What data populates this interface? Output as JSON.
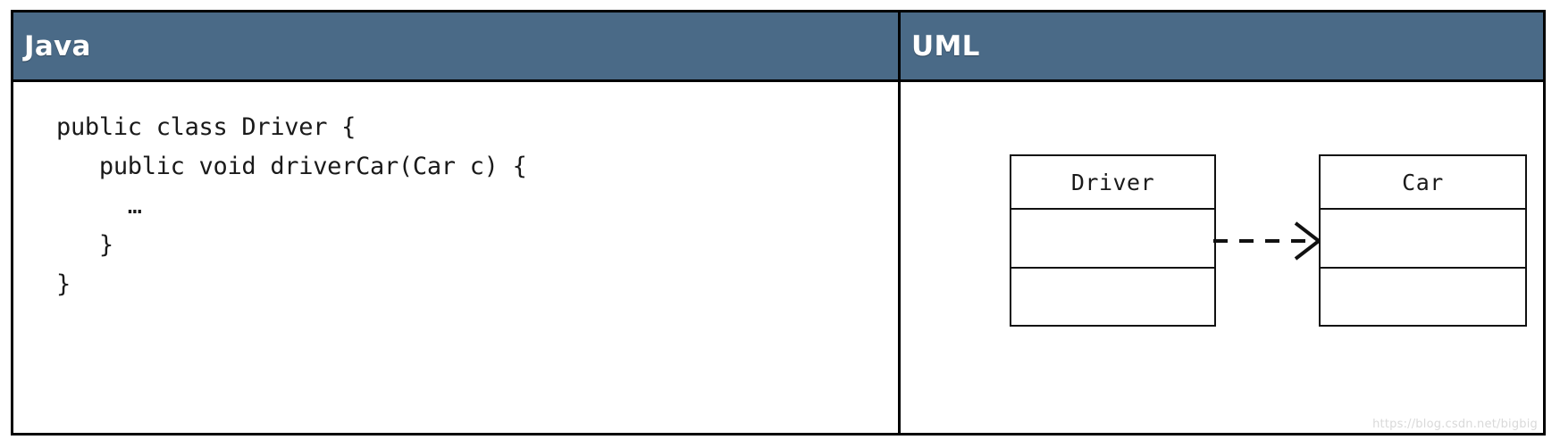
{
  "table": {
    "columns": [
      {
        "id": "java",
        "header": "Java"
      },
      {
        "id": "uml",
        "header": "UML"
      }
    ]
  },
  "java_code": {
    "language": "Java",
    "text": "public class Driver {\n   public void driverCar(Car c) {\n     …\n   }\n}",
    "lines": [
      "public class Driver {",
      "   public void driverCar(Car c) {",
      "     …",
      "   }",
      "}"
    ]
  },
  "uml": {
    "classes": [
      {
        "id": "driver",
        "name": "Driver",
        "attributes": [],
        "operations": []
      },
      {
        "id": "car",
        "name": "Car",
        "attributes": [],
        "operations": []
      }
    ],
    "relationship": {
      "type": "dependency",
      "style": "dashed-open-arrow",
      "from": "Driver",
      "to": "Car",
      "label": ""
    }
  },
  "colors": {
    "header_background": "#4a6a87",
    "header_text": "#ffffff",
    "border": "#000000",
    "body_background": "#ffffff",
    "code_text": "#1a1a1a",
    "diagram_stroke": "#111111"
  },
  "watermark": {
    "text": "https://blog.csdn.net/bigbig"
  }
}
